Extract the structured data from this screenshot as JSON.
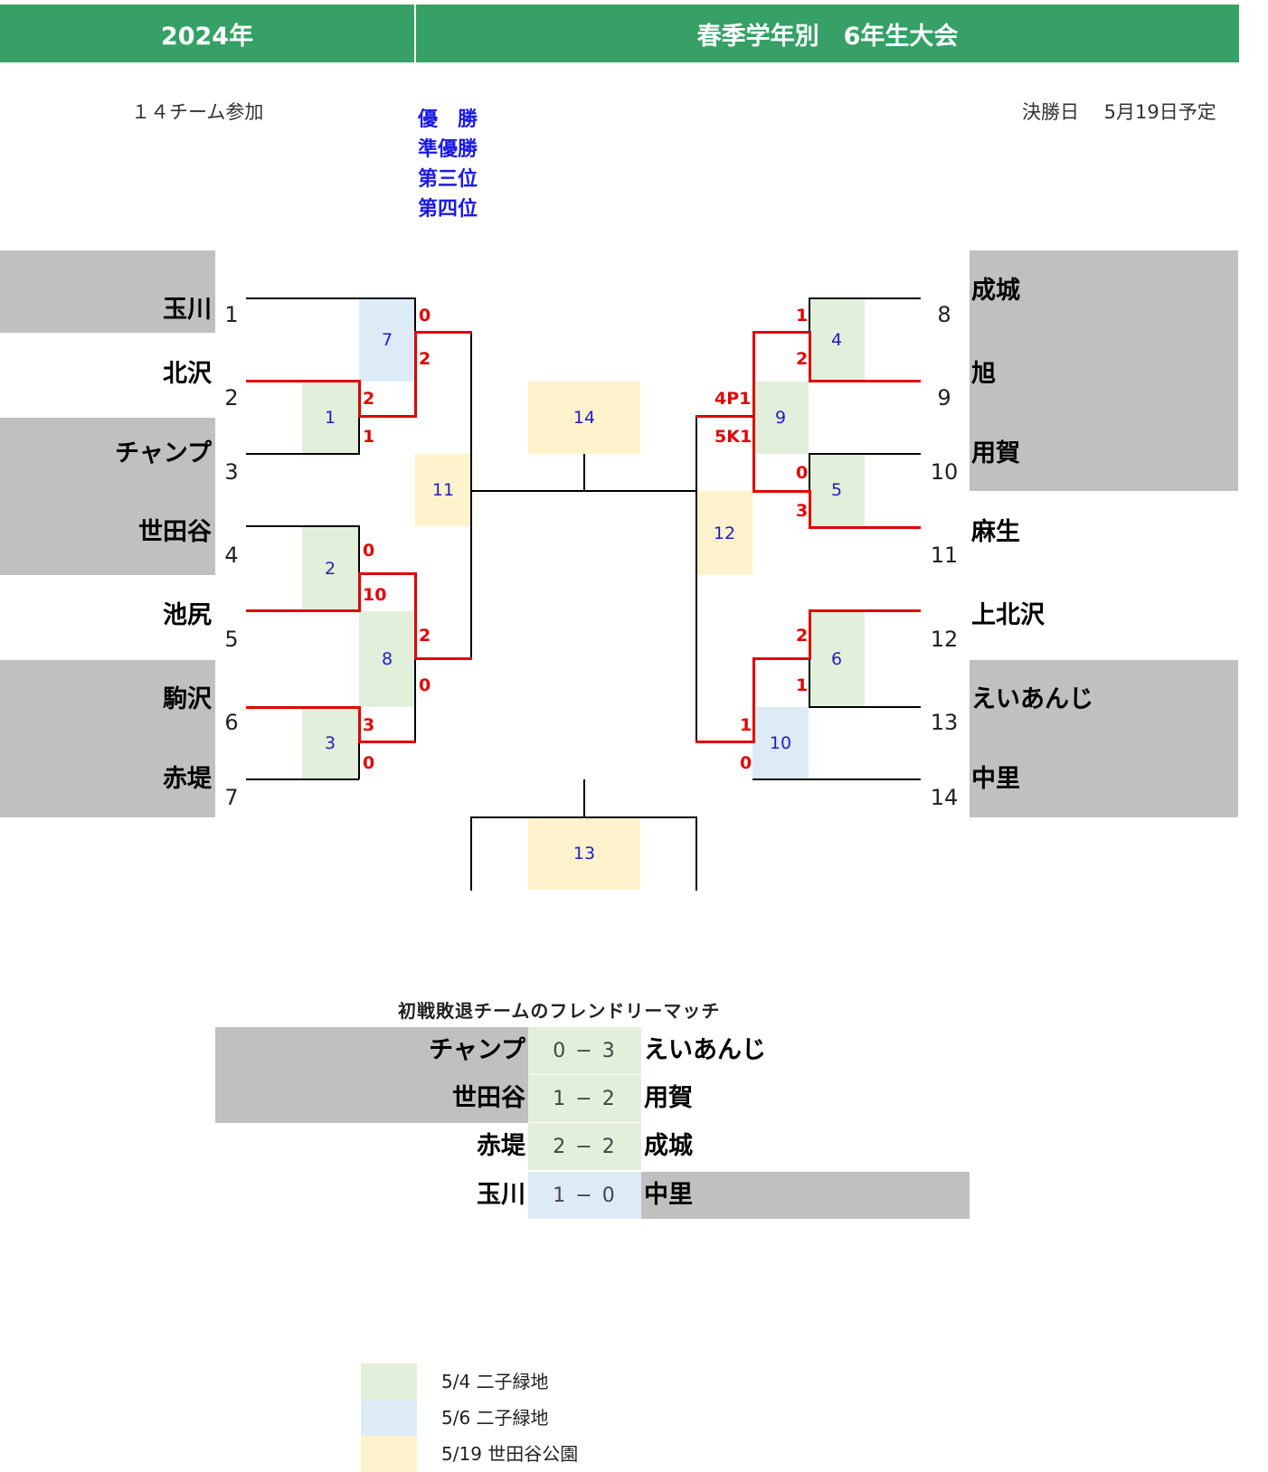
{
  "header": {
    "year": "2024年",
    "title": "春季学年別　6年生大会"
  },
  "info": {
    "participants": "１４チーム参加",
    "final_date": "決勝日　 5月19日予定"
  },
  "ranks": [
    "優　勝",
    "準優勝",
    "第三位",
    "第四位"
  ],
  "left_teams": [
    {
      "name": "玉川",
      "seed": "1"
    },
    {
      "name": "北沢",
      "seed": "2"
    },
    {
      "name": "チャンプ",
      "seed": "3"
    },
    {
      "name": "世田谷",
      "seed": "4"
    },
    {
      "name": "池尻",
      "seed": "5"
    },
    {
      "name": "駒沢",
      "seed": "6"
    },
    {
      "name": "赤堤",
      "seed": "7"
    }
  ],
  "right_teams": [
    {
      "name": "成城",
      "seed": "8"
    },
    {
      "name": "旭",
      "seed": "9"
    },
    {
      "name": "用賀",
      "seed": "10"
    },
    {
      "name": "麻生",
      "seed": "11"
    },
    {
      "name": "上北沢",
      "seed": "12"
    },
    {
      "name": "えいあんじ",
      "seed": "13"
    },
    {
      "name": "中里",
      "seed": "14"
    }
  ],
  "matches": {
    "m1": "1",
    "m2": "2",
    "m3": "3",
    "m4": "4",
    "m5": "5",
    "m6": "6",
    "m7": "7",
    "m8": "8",
    "m9": "9",
    "m10": "10",
    "m11": "11",
    "m12": "12",
    "m13": "13",
    "m14": "14"
  },
  "scores": {
    "m7_top": "0",
    "m7_bot": "2",
    "m1_top": "2",
    "m1_bot": "1",
    "m2_top": "0",
    "m2_bot": "10",
    "m8_top": "2",
    "m8_bot": "0",
    "m3_top": "3",
    "m3_bot": "0",
    "m4_top": "1",
    "m4_bot": "2",
    "m9_top": "4P1",
    "m9_bot": "5K1",
    "m5_top": "0",
    "m5_bot": "3",
    "m6_top": "2",
    "m6_bot": "1",
    "m10_top": "1",
    "m10_bot": "0"
  },
  "friendly": {
    "title": "初戦敗退チームのフレンドリーマッチ",
    "rows": [
      {
        "left": "チャンプ",
        "score": "0 − 3",
        "right": "えいあんじ"
      },
      {
        "left": "世田谷",
        "score": "1 − 2",
        "right": "用賀"
      },
      {
        "left": "赤堤",
        "score": "2 − 2",
        "right": "成城"
      },
      {
        "left": "玉川",
        "score": "1 − 0",
        "right": "中里"
      }
    ]
  },
  "legend": [
    {
      "label": "5/4 二子緑地",
      "color": "#e2efda"
    },
    {
      "label": "5/6 二子緑地",
      "color": "#ddebf7"
    },
    {
      "label": "5/19 世田谷公園",
      "color": "#fff2cc"
    }
  ]
}
